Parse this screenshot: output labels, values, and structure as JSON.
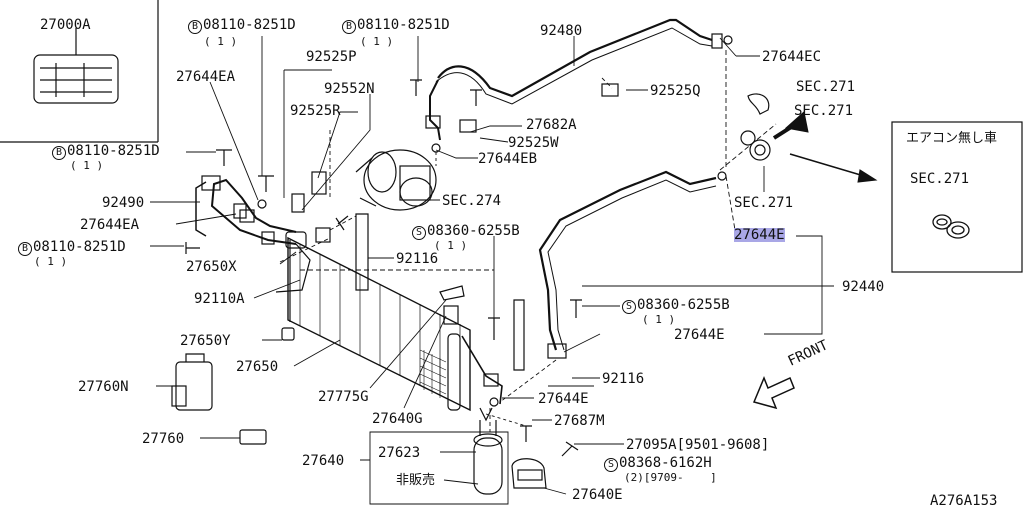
{
  "inset_box": {
    "part": "27000A"
  },
  "labels": {
    "l_27644EA_top": "27644EA",
    "l_b_8251D_1": "08110-8251D",
    "l_b_8251D_1_q": "( 1 )",
    "l_b_8251D_2": "08110-8251D",
    "l_b_8251D_2_q": "( 1 )",
    "l_92480": "92480",
    "l_27644EC": "27644EC",
    "l_92525P": "92525P",
    "l_92552N": "92552N",
    "l_92525R": "92525R",
    "l_92525Q": "92525Q",
    "l_sec271_a": "SEC.271",
    "l_sec271_b": "SEC.271",
    "l_27682A": "27682A",
    "l_92525W": "92525W",
    "l_27644EB": "27644EB",
    "l_b_8251D_3": "08110-8251D",
    "l_b_8251D_3_q": "( 1 )",
    "l_92490": "92490",
    "l_27644EA_mid": "27644EA",
    "l_sec274": "SEC.274",
    "l_sec271_c": "SEC.271",
    "l_b_8251D_4": "08110-8251D",
    "l_b_8251D_4_q": "( 1 )",
    "l_s_6255B_1": "08360-6255B",
    "l_s_6255B_1_q": "( 1 )",
    "l_27644E_hl": "27644E",
    "l_27650X": "27650X",
    "l_92116_a": "92116",
    "l_92440": "92440",
    "l_92110A": "92110A",
    "l_s_6255B_2": "08360-6255B",
    "l_s_6255B_2_q": "( 1 )",
    "l_27650Y": "27650Y",
    "l_27644E_b": "27644E",
    "l_27650": "27650",
    "l_92116_b": "92116",
    "l_27760N": "27760N",
    "l_27775G": "27775G",
    "l_27644E_c": "27644E",
    "l_27640G": "27640G",
    "l_27687M": "27687M",
    "l_27760": "27760",
    "l_27095A": "27095A[9501-9608]",
    "l_27623": "27623",
    "l_s_6162H": "08368-6162H",
    "l_s_6162H_q": "(2)[9709-    ]",
    "l_27640": "27640",
    "l_hihanbai": "非販売",
    "l_27640E": "27640E",
    "l_front": "FRONT",
    "l_A276A153": "A276A153"
  },
  "side_panel": {
    "title": "エアコン無し車",
    "ref": "SEC.271"
  },
  "markers": {
    "bolt": "B",
    "screw": "S"
  }
}
